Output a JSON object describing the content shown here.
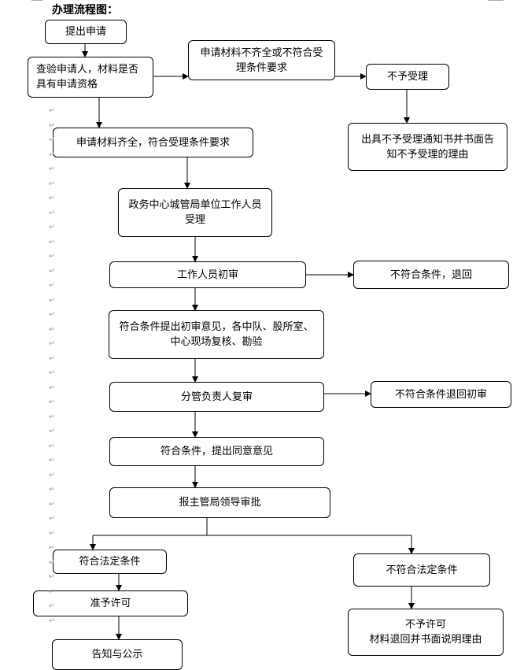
{
  "title": "办理流程图：",
  "steps": {
    "submit": "提出申请",
    "verify": "查验申请人，材料是否具有申请资格",
    "incomplete": "申请材料不齐全或不符合受理条件要求",
    "not_accepted": "不予受理",
    "issue_notice": "出具不予受理通知书并书面告知不予受理的理由",
    "complete": "申请材料齐全，符合受理条件要求",
    "accept": "政务中心城管局单位工作人员受理",
    "first_review": "工作人员初审",
    "reject_first": "不符合条件，退回",
    "field_check": "符合条件提出初审意见，各中队、股所室、中心现场复核、勘验",
    "second_review": "分管负责人复审",
    "reject_second": "不符合条件退回初审",
    "agree": "符合条件，提出同意意见",
    "approval": "报主管局领导审批",
    "legal_ok": "符合法定条件",
    "legal_fail": "不符合法定条件",
    "grant": "准予许可",
    "publish": "告知与公示",
    "deny": "不予许可",
    "deny_reason": "材料退回并书面说明理由"
  },
  "paragraph_mark": "↵"
}
